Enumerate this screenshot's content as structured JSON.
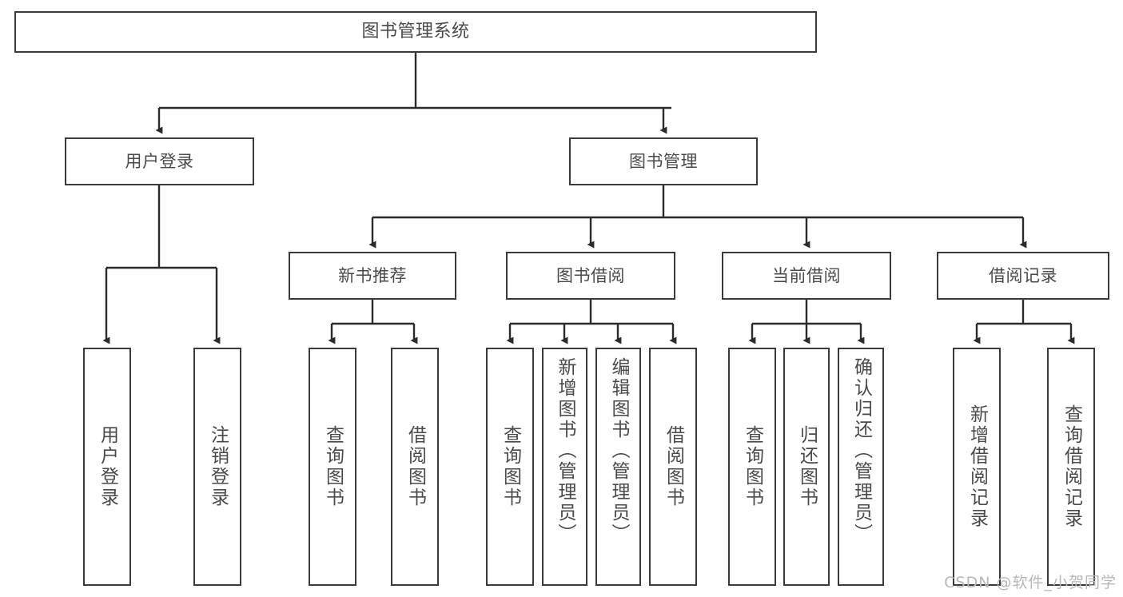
{
  "diagram": {
    "title": "图书管理系统",
    "watermark": "CSDN @软件_小贺同学",
    "colors": {
      "box_border": "#3a3a3a",
      "text": "#4a4a4a",
      "connector": "#2b2b2b",
      "background": "#ffffff",
      "watermark": "#b8b8b8"
    },
    "root": {
      "label": "图书管理系统"
    },
    "level2": [
      {
        "label": "用户登录"
      },
      {
        "label": "图书管理"
      }
    ],
    "level3": [
      {
        "label": "新书推荐"
      },
      {
        "label": "图书借阅"
      },
      {
        "label": "当前借阅"
      },
      {
        "label": "借阅记录"
      }
    ],
    "leaves": {
      "user_login": [
        {
          "label": "用户登录"
        },
        {
          "label": "注销登录"
        }
      ],
      "new_book_recommend": [
        {
          "label": "查询图书"
        },
        {
          "label": "借阅图书"
        }
      ],
      "book_borrow": [
        {
          "label": "查询图书"
        },
        {
          "label": "新增图书（管理员）"
        },
        {
          "label": "编辑图书（管理员）"
        },
        {
          "label": "借阅图书"
        }
      ],
      "current_borrow": [
        {
          "label": "查询图书"
        },
        {
          "label": "归还图书"
        },
        {
          "label": "确认归还（管理员）"
        }
      ],
      "borrow_record": [
        {
          "label": "新增借阅记录"
        },
        {
          "label": "查询借阅记录"
        }
      ]
    }
  }
}
